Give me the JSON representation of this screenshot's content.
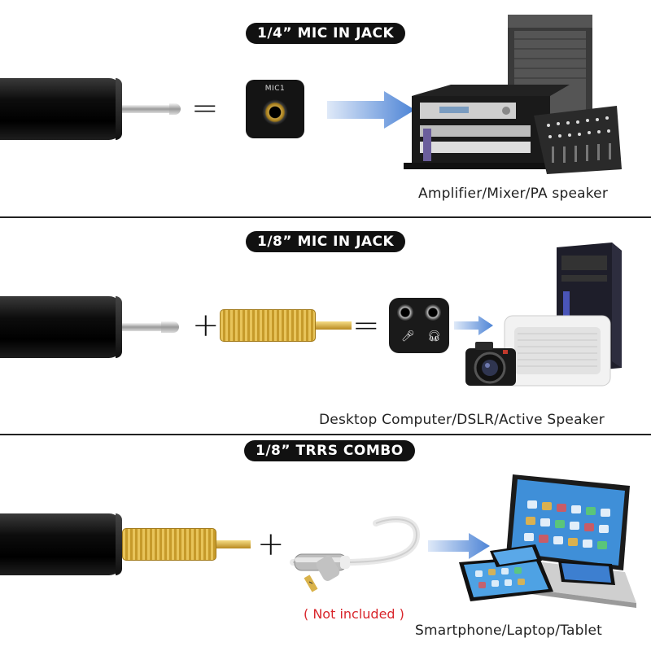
{
  "sections": [
    {
      "title": "1/4”  MIC IN JACK",
      "jack_label": "MIC1",
      "equals": "=",
      "caption": "Amplifier/Mixer/PA speaker"
    },
    {
      "title": "1/8”  MIC IN JACK",
      "plus": "+",
      "equals": "=",
      "caption": "Desktop Computer/DSLR/Active Speaker"
    },
    {
      "title": "1/8”  TRRS COMBO",
      "plus": "+",
      "note": "( Not included )",
      "caption": "Smartphone/Laptop/Tablet"
    }
  ],
  "colors": {
    "pill_bg": "#111111",
    "arrow_blue": "#5b8fd6",
    "gold": "#d4a93a",
    "note_red": "#d9262c"
  },
  "icons": [
    "jack-plug-icon",
    "mic-jack-icon",
    "combo-port-icon",
    "gold-adapter-icon",
    "trrs-splitter-icon",
    "arrow-right-icon",
    "mic-glyph-icon",
    "headphone-glyph-icon"
  ]
}
